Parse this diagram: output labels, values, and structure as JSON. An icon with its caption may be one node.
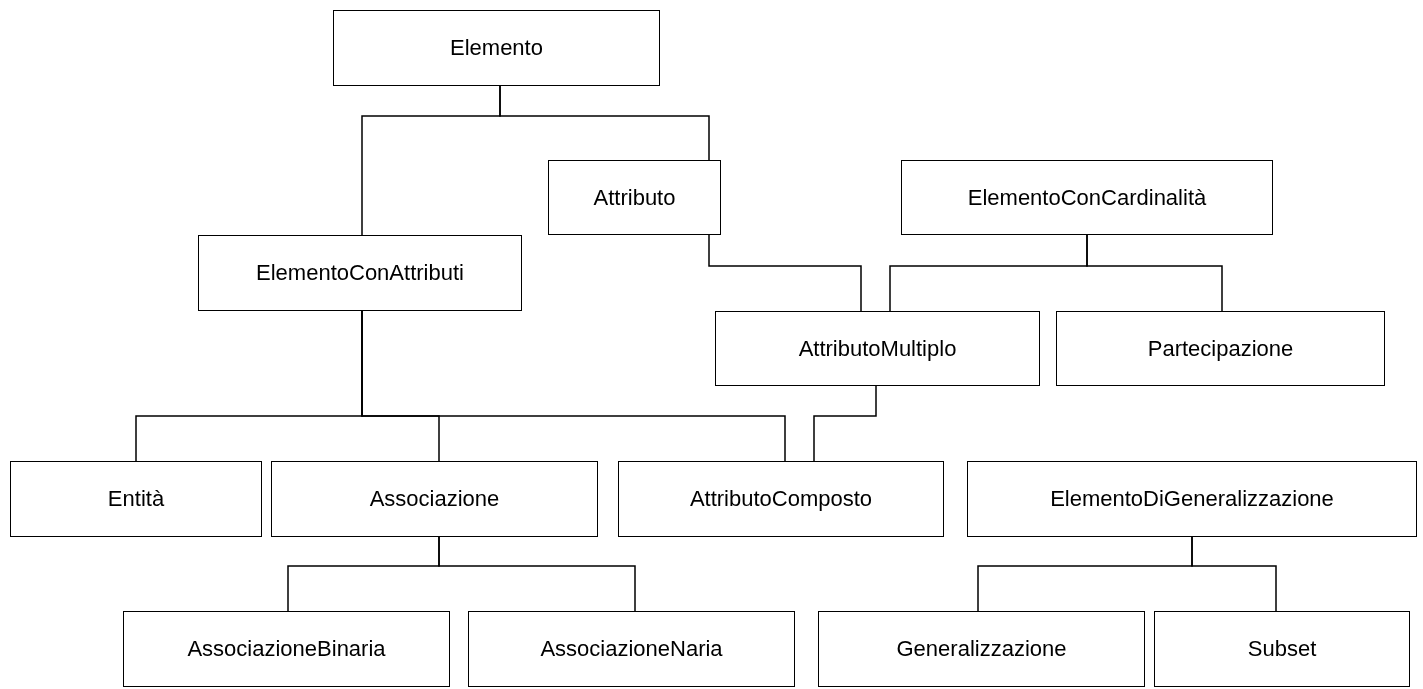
{
  "diagram": {
    "nodes": [
      {
        "text": [
          "Elemento"
        ]
      },
      {
        "text": [
          "Attributo"
        ]
      },
      {
        "text": [
          "ElementoConCardinalità"
        ]
      },
      {
        "text": [
          "ElementoConAttributi"
        ]
      },
      {
        "text": [
          "AttributoMultiplo"
        ]
      },
      {
        "text": [
          "Partecipazione"
        ]
      },
      {
        "text": [
          "Entità"
        ]
      },
      {
        "text": [
          "Associazione"
        ]
      },
      {
        "text": [
          "AttributoComposto"
        ]
      },
      {
        "text": [
          "ElementoDiGeneralizzazione"
        ]
      },
      {
        "text": [
          "AssociazioneBinaria"
        ]
      },
      {
        "text": [
          "AssociazioneNaria"
        ]
      },
      {
        "text": [
          "Generalizzazione"
        ]
      },
      {
        "text": [
          "Subset"
        ]
      }
    ],
    "edges": [
      {
        "from": 0,
        "to": 3,
        "arrow": "none"
      },
      {
        "from": 0,
        "to": 1,
        "arrow": "none"
      },
      {
        "from": 1,
        "to": 4,
        "arrow": "none"
      },
      {
        "from": 2,
        "to": 4,
        "arrow": "none"
      },
      {
        "from": 2,
        "to": 5,
        "arrow": "none"
      },
      {
        "from": 3,
        "to": 6,
        "arrow": "none"
      },
      {
        "from": 3,
        "to": 7,
        "arrow": "none"
      },
      {
        "from": 3,
        "to": 8,
        "arrow": "none"
      },
      {
        "from": 4,
        "to": 8,
        "arrow": "none"
      },
      {
        "from": 7,
        "to": 10,
        "arrow": "none"
      },
      {
        "from": 7,
        "to": 11,
        "arrow": "none"
      },
      {
        "from": 9,
        "to": 12,
        "arrow": "none"
      },
      {
        "from": 9,
        "to": 13,
        "arrow": "none"
      }
    ]
  }
}
